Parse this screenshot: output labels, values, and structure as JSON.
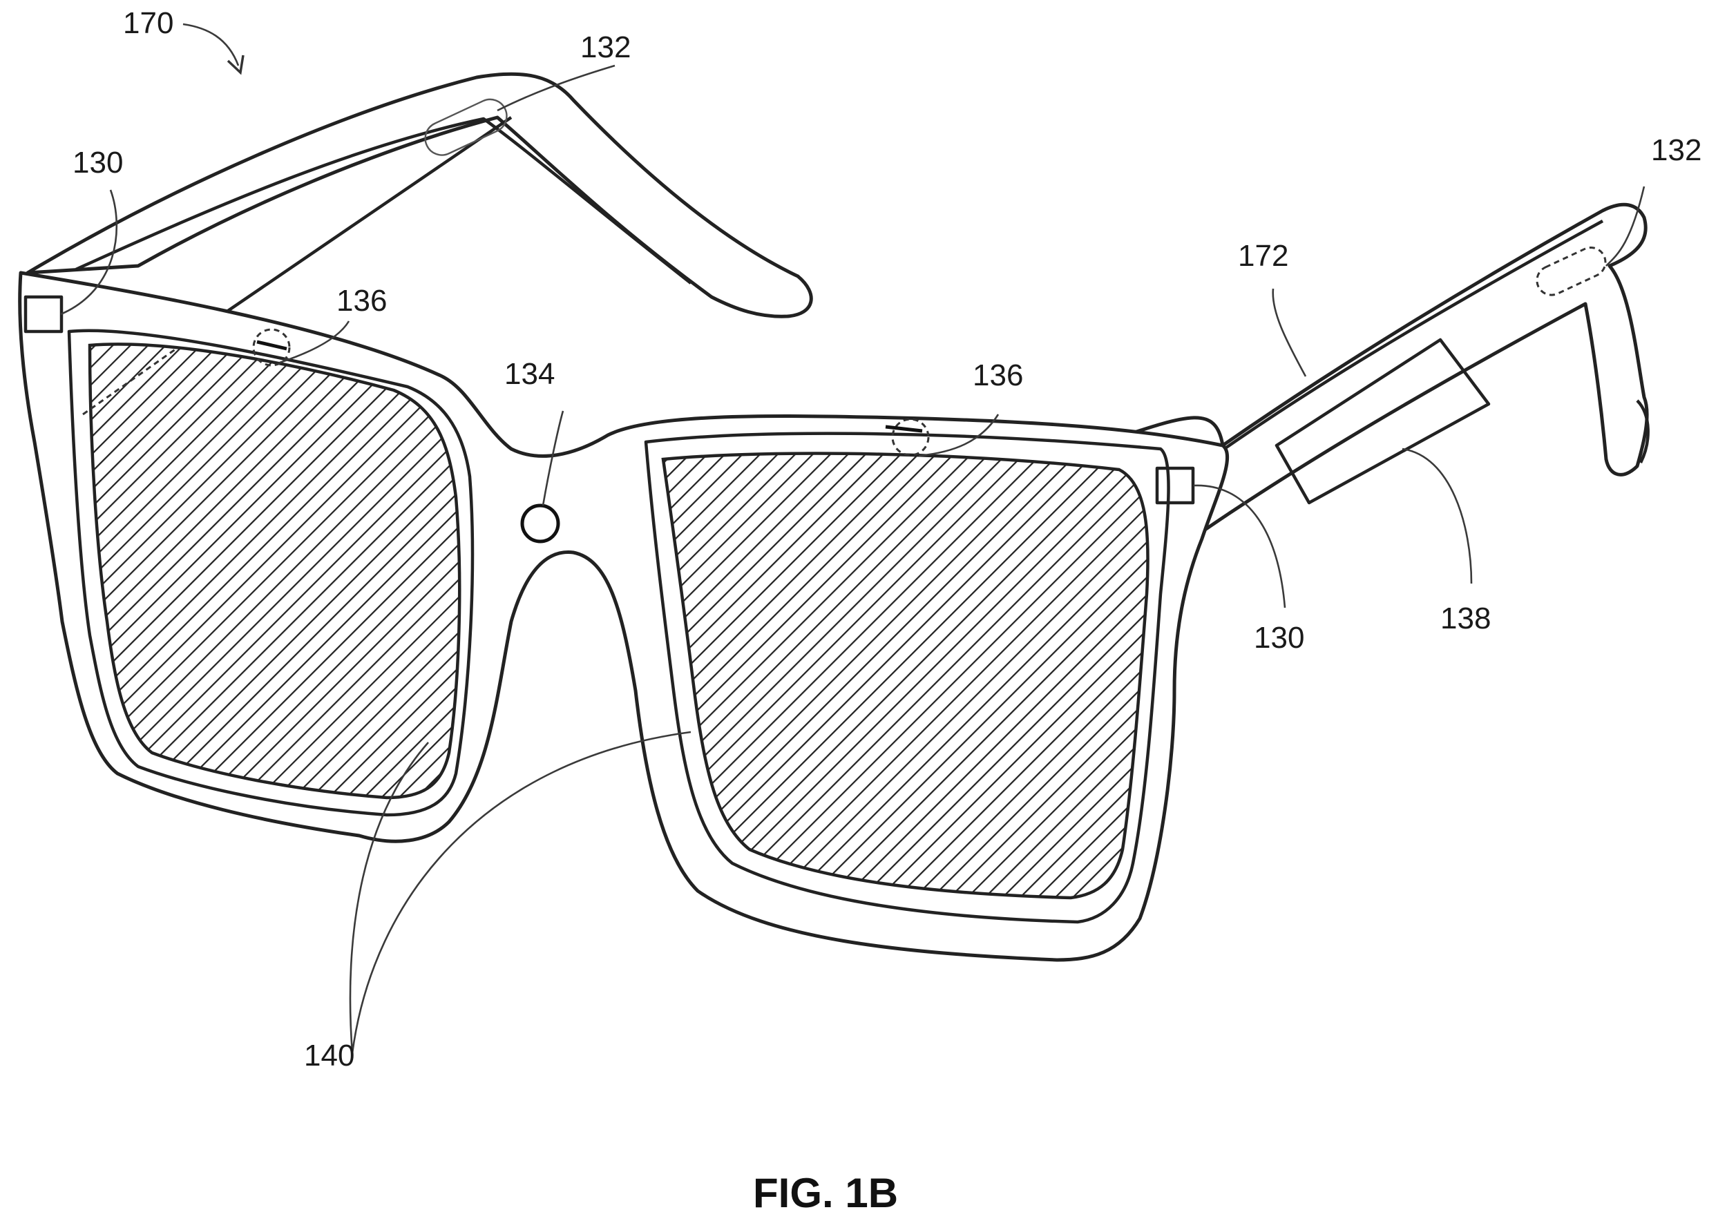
{
  "figure": {
    "caption": "FIG. 1B",
    "labels": {
      "device": "170",
      "sensor_left": "130",
      "sensor_right": "130",
      "touch_left": "132",
      "touch_right": "132",
      "camera": "134",
      "light_left": "136",
      "light_right": "136",
      "frame": "172",
      "display": "138",
      "lenses": "140"
    }
  }
}
